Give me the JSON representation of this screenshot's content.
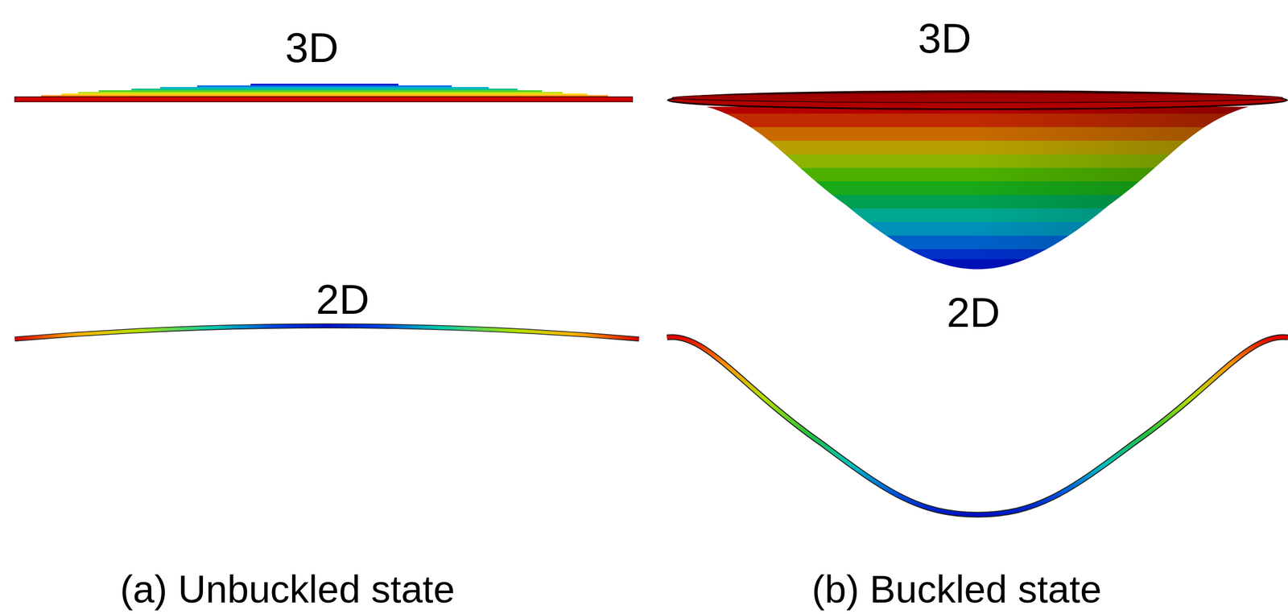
{
  "diagram": {
    "labels": [
      "3D",
      "3D",
      "2D",
      "2D",
      "(a) Unbuckled state",
      "(b) Buckled state"
    ]
  }
}
